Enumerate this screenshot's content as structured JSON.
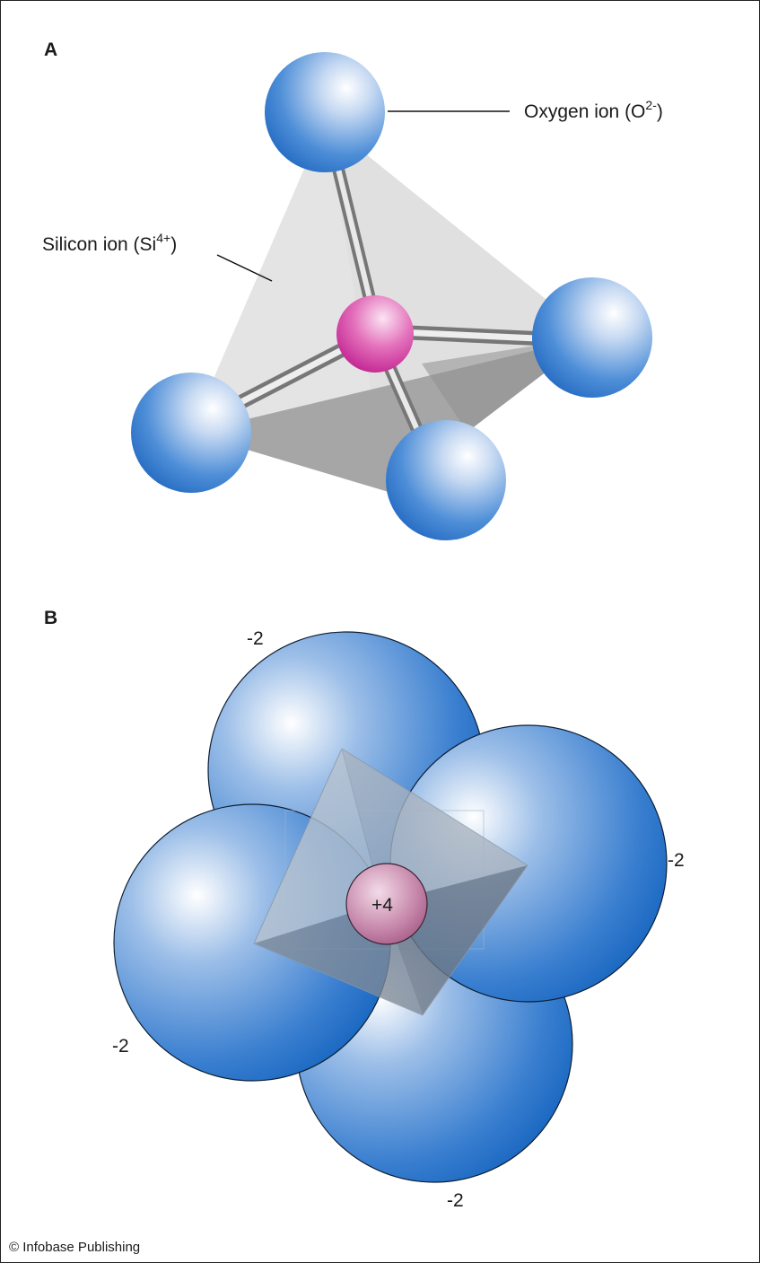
{
  "panel_a": {
    "letter": "A",
    "oxygen_label": {
      "text": "Oxygen ion (O",
      "sup": "2-",
      "close": ")"
    },
    "silicon_label": {
      "text": "Silicon ion (Si",
      "sup": "4+",
      "close": ")"
    }
  },
  "panel_b": {
    "letter": "B",
    "charges": {
      "top": "-2",
      "right": "-2",
      "left": "-2",
      "bottom": "-2",
      "center": "+4"
    }
  },
  "credit": "© Infobase Publishing",
  "colors": {
    "oxygen_blue": "#1f6fc4",
    "oxygen_highlight": "#ffffff",
    "silicon_magenta": "#c8178f",
    "bond_gray": "#9a9a9a",
    "tetra_light": "#d9d9d9",
    "tetra_dark": "#9e9e9e"
  }
}
